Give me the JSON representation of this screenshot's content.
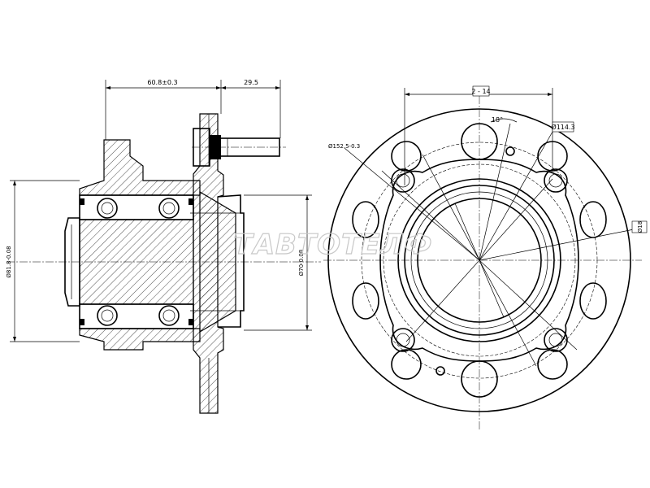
{
  "dimensions": {
    "flange_width": "60.8±0.3",
    "stud_length": "29.5",
    "outer_diameter": "Ø81.8-0.08",
    "inner_diameter": "Ø70-0.08",
    "hole_spacing": "2 - 14",
    "angle": "18°",
    "pcd": "Ø114.3",
    "flange_diameter": "Ø152.5-0.3",
    "bore_diameter": "Ø18"
  },
  "watermark": "ТАВТОТЕЛФ"
}
